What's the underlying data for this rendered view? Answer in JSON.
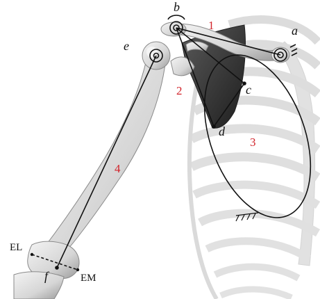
{
  "points": {
    "a": "a",
    "b": "b",
    "c": "c",
    "d": "d",
    "e": "e",
    "f": "f"
  },
  "segments": {
    "s1": "1",
    "s2": "2",
    "s3": "3",
    "s4": "4"
  },
  "landmarks": {
    "el": "EL",
    "em": "EM"
  },
  "colors": {
    "segment_label": "#d2232a",
    "point_label": "#111111",
    "bone_fill": "#dcdcdc",
    "bone_stroke": "#8a8a8a",
    "ribcage": "#c8c8c8",
    "scapula": "#3a3a3a",
    "line": "#111111"
  }
}
